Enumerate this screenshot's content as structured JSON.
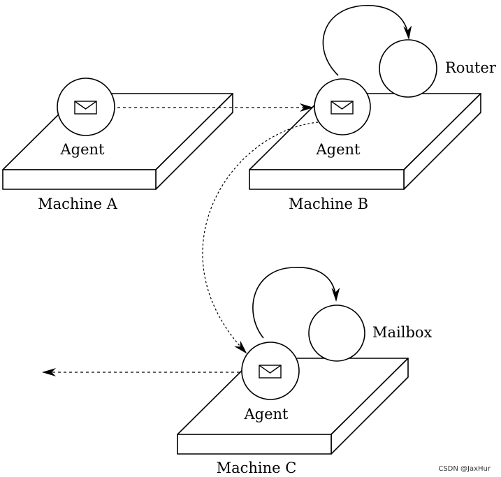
{
  "labels": {
    "agent_a": "Agent",
    "agent_b": "Agent",
    "agent_c": "Agent",
    "router": "Router",
    "mailbox": "Mailbox",
    "machine_a": "Machine A",
    "machine_b": "Machine B",
    "machine_c": "Machine C"
  },
  "watermark": "CSDN @JaxHur",
  "colors": {
    "background": "#ffffff",
    "stroke": "#000000"
  }
}
